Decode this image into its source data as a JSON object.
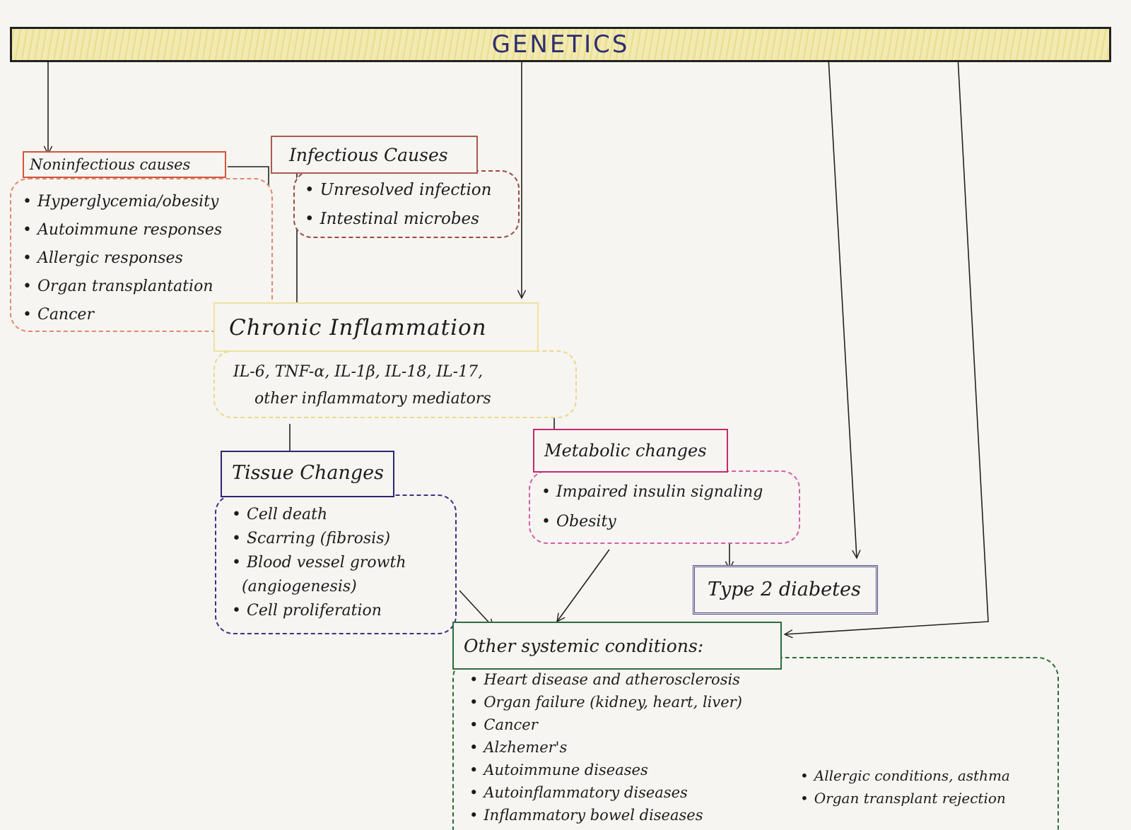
{
  "header": {
    "title": "GENETICS"
  },
  "noninfectious": {
    "title": "Noninfectious causes",
    "items": [
      "Hyperglycemia/obesity",
      "Autoimmune responses",
      "Allergic responses",
      "Organ transplantation",
      "Cancer"
    ]
  },
  "infectious": {
    "title": "Infectious Causes",
    "items": [
      "Unresolved infection",
      "Intestinal microbes"
    ]
  },
  "chronic": {
    "title": "Chronic Inflammation",
    "lines": [
      "IL-6, TNF-α, IL-1β, IL-18, IL-17,",
      "other inflammatory mediators"
    ]
  },
  "tissue": {
    "title": "Tissue Changes",
    "items": [
      "Cell death",
      "Scarring (fibrosis)",
      "Blood vessel growth",
      "(angiogenesis)",
      "Cell proliferation"
    ]
  },
  "metabolic": {
    "title": "Metabolic changes",
    "items": [
      "Impaired insulin signaling",
      "Obesity"
    ]
  },
  "diabetes": {
    "title": "Type 2 diabetes"
  },
  "systemic": {
    "title": "Other systemic conditions:",
    "items_left": [
      "Heart disease and atherosclerosis",
      "Organ failure (kidney, heart, liver)",
      "Cancer",
      "Alzhemer's",
      "Autoimmune diseases",
      "Autoinflammatory diseases",
      "Inflammatory bowel diseases"
    ],
    "items_right": [
      "Allergic conditions, asthma",
      "Organ transplant rejection"
    ]
  },
  "colors": {
    "banner_text": "#2e2f6e",
    "noninfectious": "#d2553a",
    "infectious": "#a85a50",
    "chronic": "#eee1a0",
    "tissue": "#2d2672",
    "metabolic": "#c4286f",
    "diabetes": "#4c4a86",
    "systemic": "#2c6c39"
  }
}
